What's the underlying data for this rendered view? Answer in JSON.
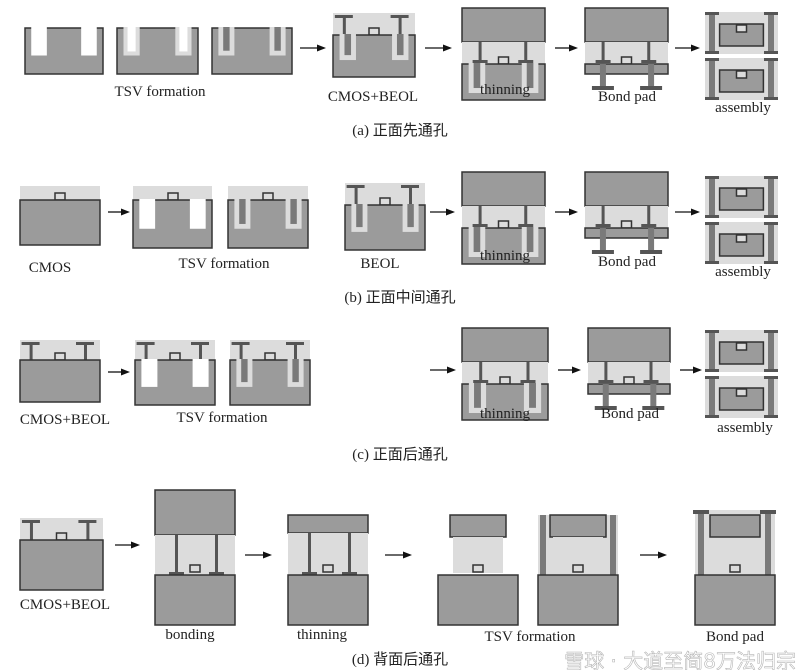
{
  "colors": {
    "substrate": "#9b9b9b",
    "layer": "#dcdcdc",
    "via": "#7a7a7a",
    "outline": "#333333"
  },
  "rows": [
    {
      "caption": "(a) 正面先通孔",
      "labels": [
        "TSV formation",
        "CMOS+BEOL",
        "thinning",
        "Bond pad",
        "assembly"
      ]
    },
    {
      "caption": "(b) 正面中间通孔",
      "labels": [
        "CMOS",
        "TSV formation",
        "BEOL",
        "thinning",
        "Bond pad",
        "assembly"
      ]
    },
    {
      "caption": "(c) 正面后通孔",
      "labels": [
        "CMOS+BEOL",
        "TSV formation",
        "thinning",
        "Bond pad",
        "assembly"
      ]
    },
    {
      "caption": "(d) 背面后通孔",
      "labels": [
        "CMOS+BEOL",
        "bonding",
        "thinning",
        "TSV formation",
        "Bond pad"
      ]
    }
  ],
  "watermark": "雪球 · 大道至简8万法归宗"
}
